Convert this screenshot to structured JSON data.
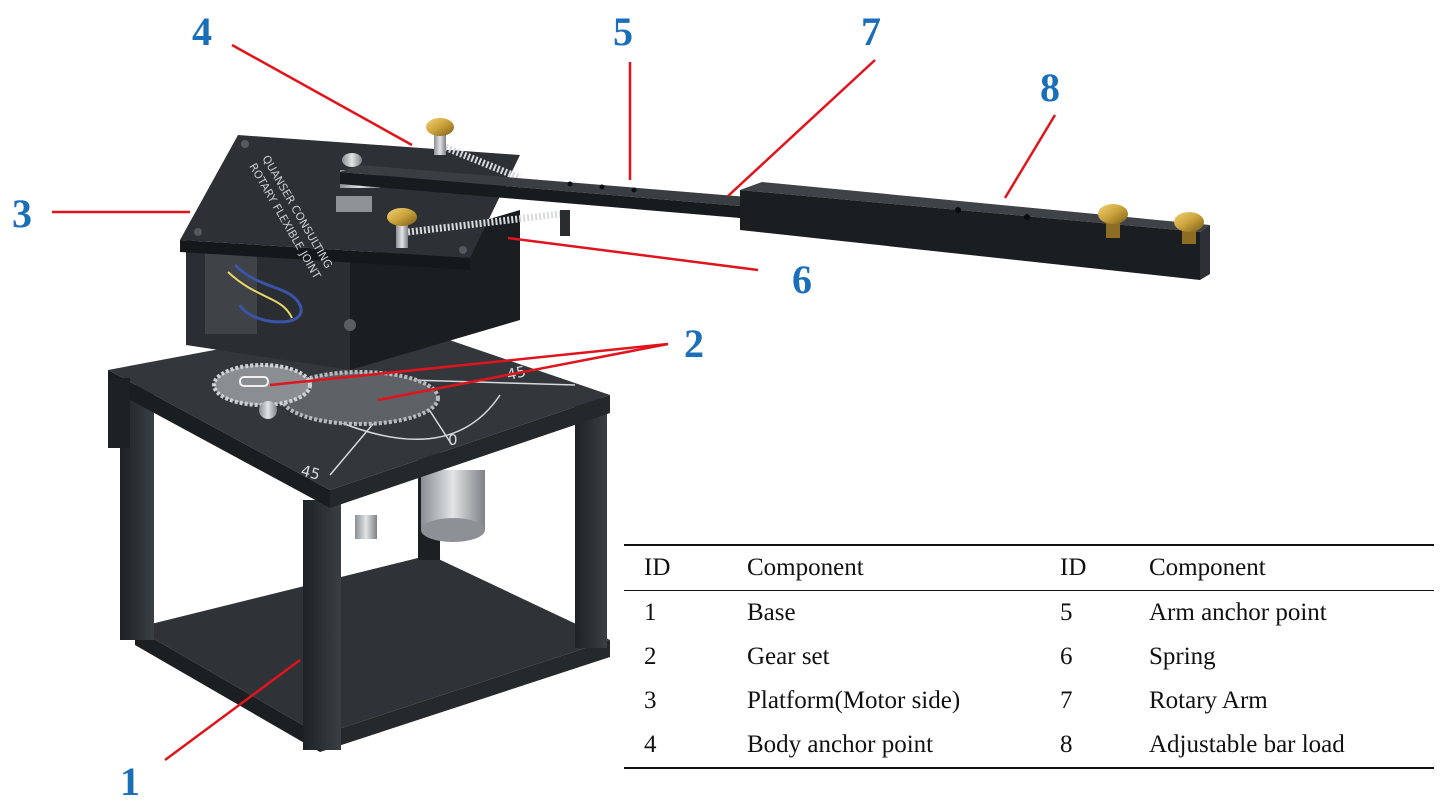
{
  "callouts": [
    {
      "id": "1",
      "text": "1"
    },
    {
      "id": "2",
      "text": "2"
    },
    {
      "id": "3",
      "text": "3"
    },
    {
      "id": "4",
      "text": "4"
    },
    {
      "id": "5",
      "text": "5"
    },
    {
      "id": "6",
      "text": "6"
    },
    {
      "id": "7",
      "text": "7"
    },
    {
      "id": "8",
      "text": "8"
    }
  ],
  "dial_labels": [
    "45",
    "0",
    "45"
  ],
  "device_engraving": [
    "QUANSER CONSULTING",
    "ROTARY FLEXIBLE JOINT"
  ],
  "table": {
    "headers": [
      "ID",
      "Component",
      "ID",
      "Component"
    ],
    "rows": [
      [
        "1",
        "Base",
        "5",
        "Arm anchor point"
      ],
      [
        "2",
        "Gear set",
        "6",
        "Spring"
      ],
      [
        "3",
        "Platform(Motor side)",
        "7",
        "Rotary Arm"
      ],
      [
        "4",
        "Body anchor point",
        "8",
        "Adjustable bar load"
      ]
    ]
  },
  "colors": {
    "callout_text": "#1a6fb8",
    "leader_line": "#e0141c",
    "device": "#2b2f33",
    "brass": "#c9a23a"
  }
}
